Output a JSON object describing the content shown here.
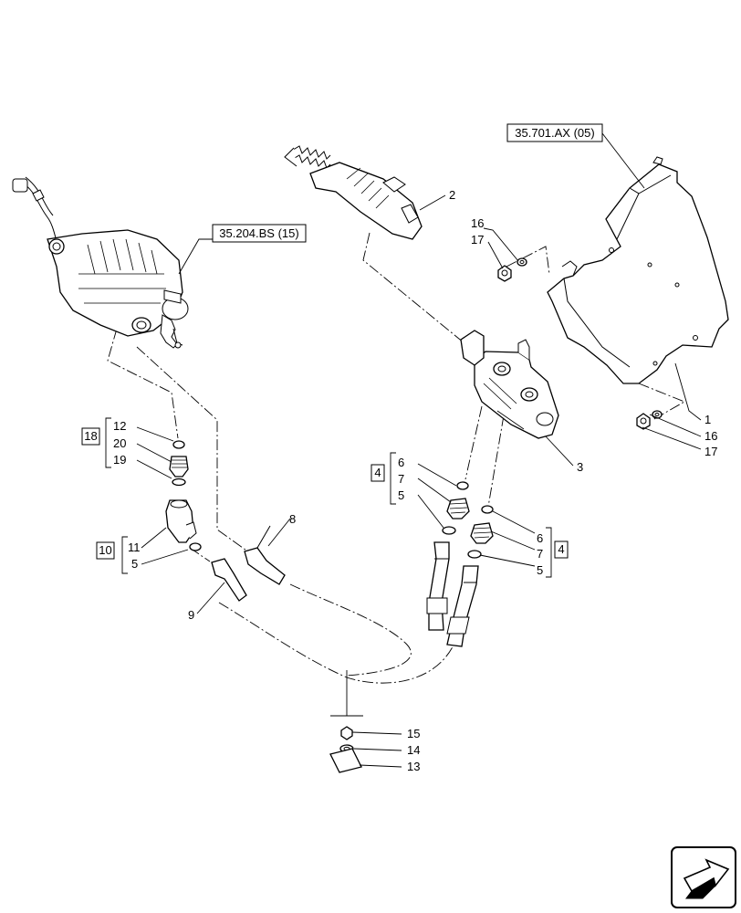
{
  "references": {
    "ref_bracket": "35.701.AX (05)",
    "ref_valve": "35.204.BS (15)"
  },
  "callouts": {
    "c1": "1",
    "c2": "2",
    "c3": "3",
    "c16a": "16",
    "c17a": "17",
    "c16b": "16",
    "c17b": "17",
    "c8": "8",
    "c9": "9",
    "c12": "12",
    "c20": "20",
    "c19": "19",
    "c11": "11",
    "c5a": "5",
    "c6a": "6",
    "c7a": "7",
    "c5b": "5",
    "c6b": "6",
    "c7b": "7",
    "c5c": "5",
    "c15": "15",
    "c14": "14",
    "c13": "13"
  },
  "group_labels": {
    "g18": "18",
    "g10": "10",
    "g4a": "4",
    "g4b": "4"
  },
  "icons": {
    "nav_icon": "next-page-arrow-icon"
  }
}
